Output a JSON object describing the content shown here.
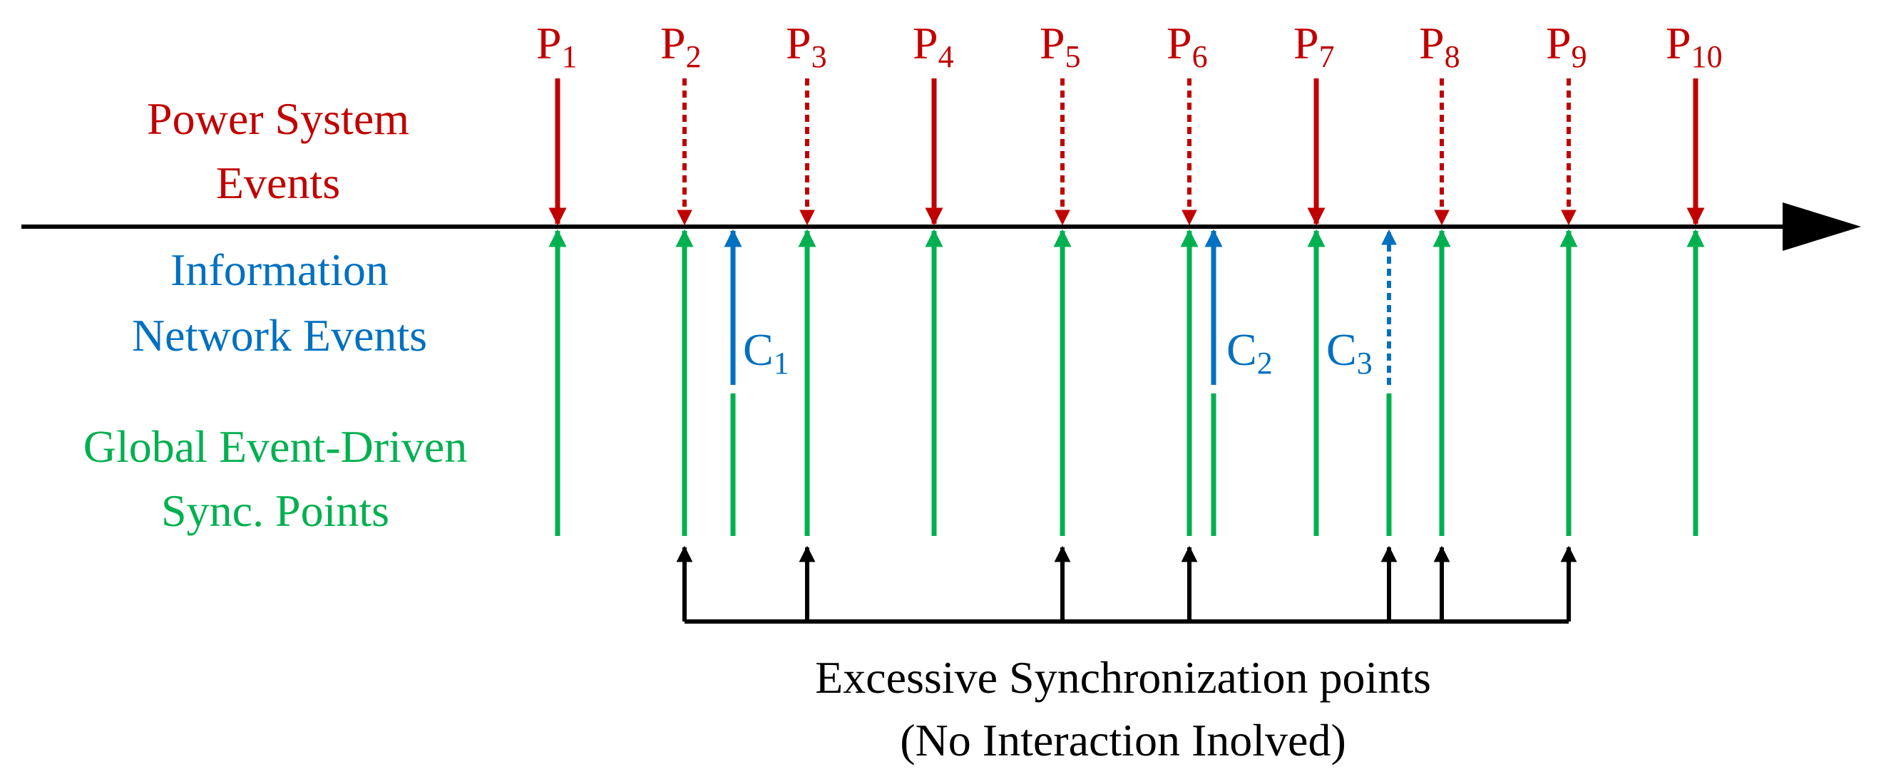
{
  "colors": {
    "power": "#c00000",
    "info": "#0070c0",
    "global": "#00b050",
    "axis": "#000000"
  },
  "labels": {
    "power": [
      "Power System",
      "Events"
    ],
    "info": [
      "Information",
      "Network Events"
    ],
    "global": [
      "Global Event-Driven",
      "Sync. Points"
    ],
    "excessive": [
      "Excessive Synchronization points",
      "(No Interaction Inolved)"
    ]
  },
  "power_events": [
    {
      "letter": "P",
      "sub": "1",
      "style": "solid"
    },
    {
      "letter": "P",
      "sub": "2",
      "style": "dotted"
    },
    {
      "letter": "P",
      "sub": "3",
      "style": "dotted"
    },
    {
      "letter": "P",
      "sub": "4",
      "style": "solid"
    },
    {
      "letter": "P",
      "sub": "5",
      "style": "dotted"
    },
    {
      "letter": "P",
      "sub": "6",
      "style": "dotted"
    },
    {
      "letter": "P",
      "sub": "7",
      "style": "solid"
    },
    {
      "letter": "P",
      "sub": "8",
      "style": "dotted"
    },
    {
      "letter": "P",
      "sub": "9",
      "style": "dotted"
    },
    {
      "letter": "P",
      "sub": "10",
      "style": "solid"
    }
  ],
  "info_events": [
    {
      "letter": "C",
      "sub": "1",
      "style": "solid"
    },
    {
      "letter": "C",
      "sub": "2",
      "style": "solid"
    },
    {
      "letter": "C",
      "sub": "3",
      "style": "dotted"
    }
  ]
}
